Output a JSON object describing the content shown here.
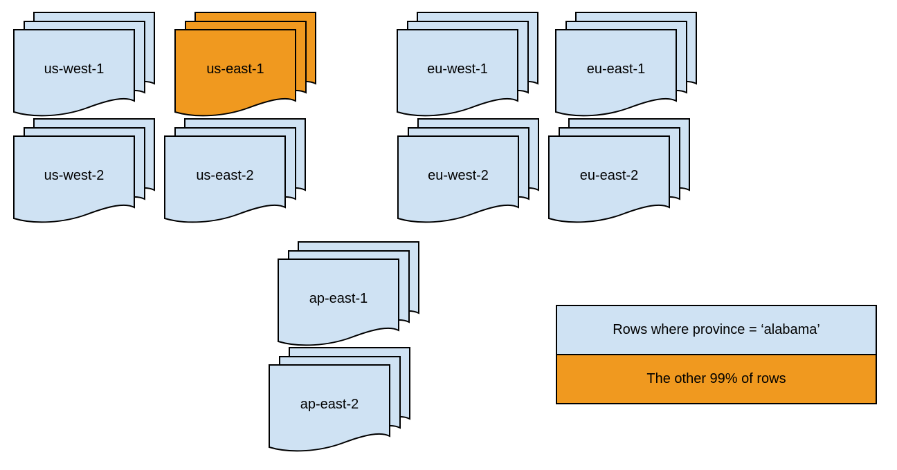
{
  "diagram": {
    "description_visible_text_only": true,
    "colors": {
      "region_blue": "#CFE2F3",
      "highlight_orange": "#F0991F",
      "stroke": "#000000",
      "background": "#FFFFFF"
    },
    "stacks": [
      {
        "label": "us-west-1",
        "variant": "blue"
      },
      {
        "label": "us-east-1",
        "variant": "orange"
      },
      {
        "label": "eu-west-1",
        "variant": "blue"
      },
      {
        "label": "eu-east-1",
        "variant": "blue"
      },
      {
        "label": "us-west-2",
        "variant": "blue"
      },
      {
        "label": "us-east-2",
        "variant": "blue"
      },
      {
        "label": "eu-west-2",
        "variant": "blue"
      },
      {
        "label": "eu-east-2",
        "variant": "blue"
      },
      {
        "label": "ap-east-1",
        "variant": "blue"
      },
      {
        "label": "ap-east-2",
        "variant": "blue"
      }
    ],
    "legend": {
      "items": [
        {
          "label": "Rows where province = ‘alabama’",
          "variant": "blue"
        },
        {
          "label": "The other 99% of rows",
          "variant": "orange"
        }
      ]
    }
  }
}
